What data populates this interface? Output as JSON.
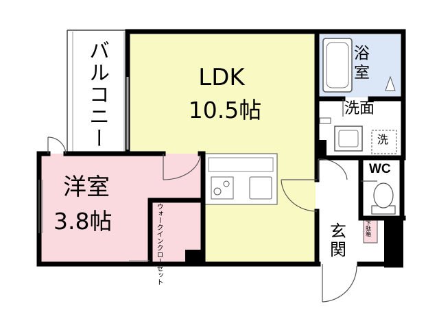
{
  "rooms": {
    "ldk": {
      "name": "LDK",
      "size": "10.5帖"
    },
    "western": {
      "name": "洋室",
      "size": "3.8帖"
    },
    "balcony": {
      "name": "バルコニー"
    },
    "walk_in_closet": {
      "name": "ウォークインクローゼット"
    },
    "bathroom": {
      "name": "浴室"
    },
    "washroom": {
      "name": "洗面"
    },
    "washing_machine": {
      "name": "洗"
    },
    "toilet": {
      "name": "WC"
    },
    "entrance": {
      "name": "玄関"
    },
    "shoe_box": {
      "name": "下駄箱"
    }
  },
  "colors": {
    "ldk_fill": "#f9f9c3",
    "western_fill": "#fadadf",
    "closet_fill": "#fadadf",
    "bath_fill": "#dbe6f6",
    "wall": "#000000",
    "background": "#ffffff"
  }
}
